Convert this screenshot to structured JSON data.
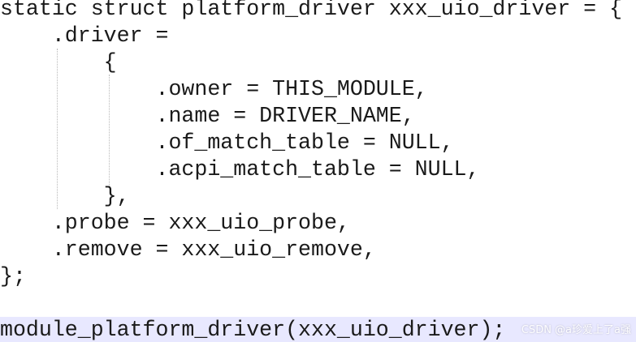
{
  "code": {
    "lines": [
      "static struct platform_driver xxx_uio_driver = {",
      "    .driver =",
      "        {",
      "            .owner = THIS_MODULE,",
      "            .name = DRIVER_NAME,",
      "            .of_match_table = NULL,",
      "            .acpi_match_table = NULL,",
      "        },",
      "    .probe = xxx_uio_probe,",
      "    .remove = xxx_uio_remove,",
      "};",
      "",
      "module_platform_driver(xxx_uio_driver);"
    ],
    "highlight_color": "#e8e8ff",
    "text_color": "#1a1a1a"
  },
  "watermark": {
    "text": "CSDN @a珍爱上了a强"
  }
}
